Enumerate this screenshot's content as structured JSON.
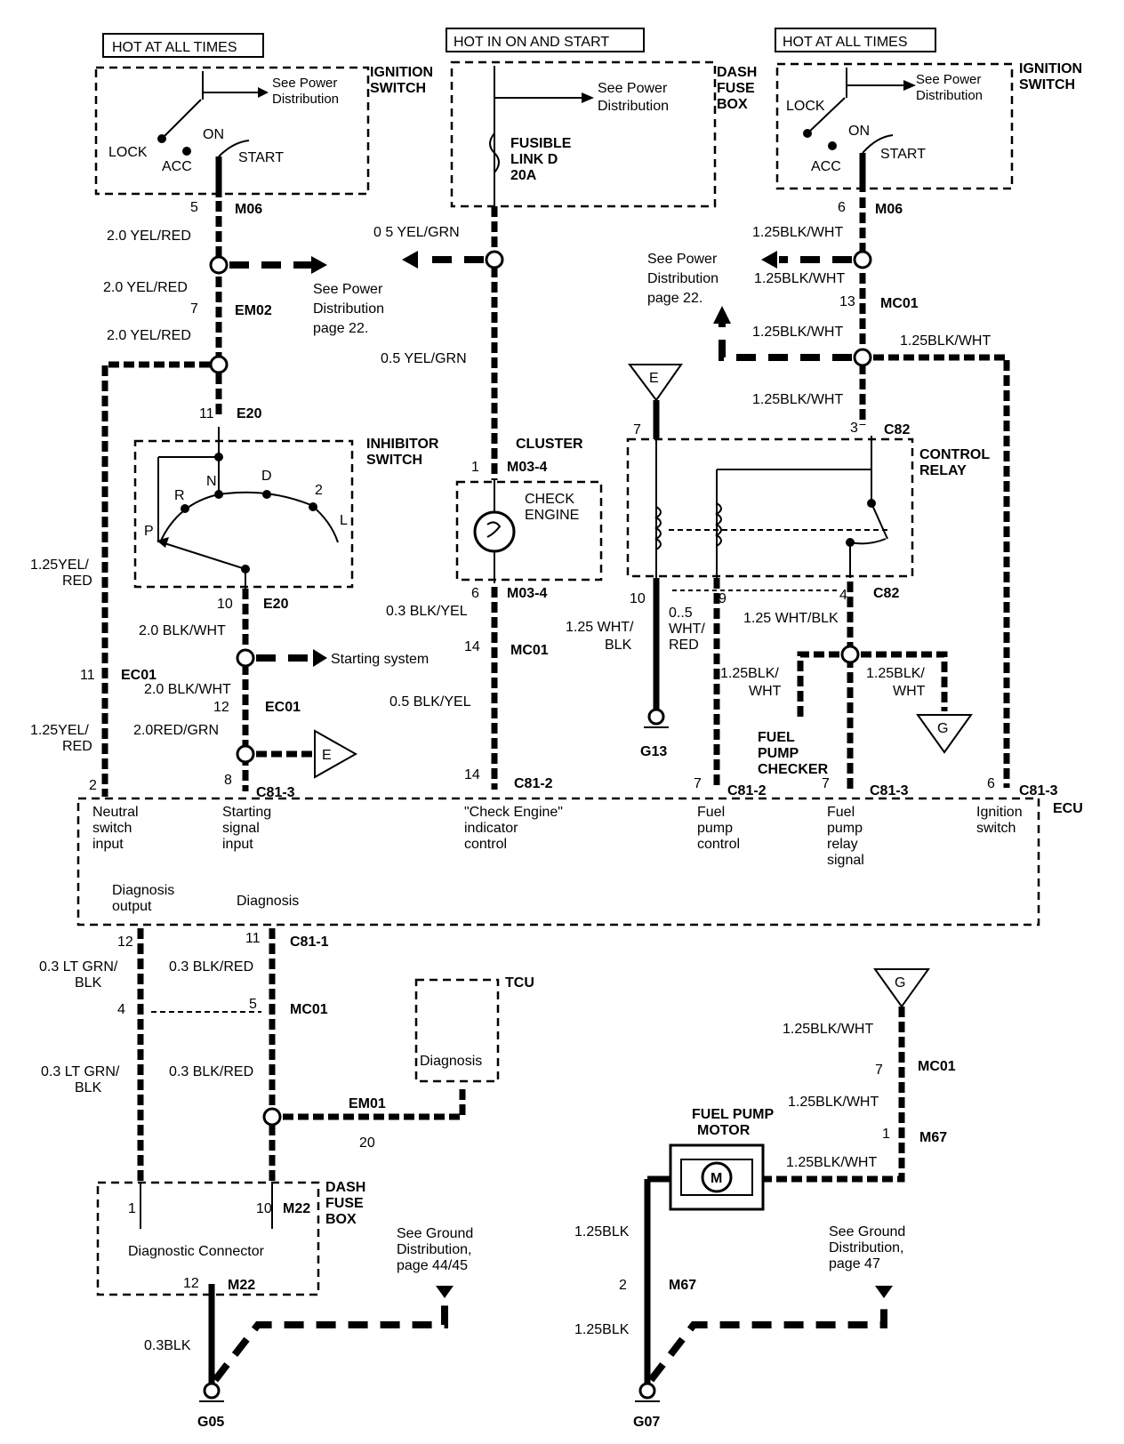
{
  "headers": {
    "hot_left": "HOT AT ALL TIMES",
    "hot_center": "HOT IN ON AND START",
    "hot_right": "HOT AT ALL TIMES"
  },
  "ignition_left": {
    "name": "IGNITION\nSWITCH",
    "see": "See Power\nDistribution",
    "lock": "LOCK",
    "acc": "ACC",
    "on": "ON",
    "start": "START",
    "pin": "5",
    "conn": "M06"
  },
  "ignition_right": {
    "name": "IGNITION\nSWITCH",
    "see": "See Power\nDistribution",
    "lock": "LOCK",
    "acc": "ACC",
    "on": "ON",
    "start": "START",
    "pin": "6",
    "conn": "M06"
  },
  "dash_fuse_top": {
    "name": "DASH\nFUSE\nBOX",
    "see": "See Power\nDistribution",
    "fuse": "FUSIBLE\nLINK D\n20A"
  },
  "left_column": {
    "w1": "2.0 YEL/RED",
    "w2": "2.0 YEL/RED",
    "w3": "2.0 YEL/RED",
    "see_power": "See Power\nDistribution\npage 22.",
    "em02_pin": "7",
    "em02": "EM02",
    "e20_pin_top": "11",
    "e20_top": "E20",
    "inhibitor": "INHIBITOR\nSWITCH",
    "p": "P",
    "r": "R",
    "n": "N",
    "d": "D",
    "two": "2",
    "l": "L",
    "e20_pin_bot": "10",
    "e20_bot": "E20",
    "w4": "2.0 BLK/WHT",
    "starting_system": "Starting system",
    "w5": "2.0 BLK/WHT",
    "ec01_pin_a": "12",
    "ec01_a": "EC01",
    "w6": "2.0RED/GRN",
    "e_arrow": "E",
    "c81_3_pin": "8",
    "c81_3": "C81-3",
    "yel_red_upper": "1.25YEL/\nRED",
    "ec01_pin_b": "11",
    "ec01_b": "EC01",
    "yel_red_lower": "1.25YEL/\nRED",
    "neutral_pin": "2"
  },
  "center_column": {
    "w1": "0 5 YEL/GRN",
    "w2": "0.5 YEL/GRN",
    "cluster": "CLUSTER",
    "m03_pin_top": "1",
    "m03_top": "M03-4",
    "check_engine": "CHECK\nENGINE",
    "m03_pin_bot": "6",
    "m03_bot": "M03-4",
    "w3": "0.3 BLK/YEL",
    "mc01_pin": "14",
    "mc01": "MC01",
    "w4": "0.5 BLK/YEL",
    "c81_2_pin": "14",
    "c81_2": "C81-2"
  },
  "right_column": {
    "w1": "1.25BLK/WHT",
    "see_power": "See Power\nDistribution\npage 22.",
    "w2": "1.25BLK/WHT",
    "mc01_pin": "13",
    "mc01": "MC01",
    "w3": "1.25BLK/WHT",
    "w4": "1.25BLK/WHT",
    "w5": "1.25BLK/WHT",
    "c82_pin_top": "3",
    "c82_top": "C82",
    "control_relay": "CONTROL\nRELAY",
    "e_tri": "E",
    "pin7": "7",
    "pin10": "10",
    "w_wht_blk": "1.25 WHT/\nBLK",
    "w_wht_red": "0..5\nWHT/\nRED",
    "pin9": "9",
    "g13": "G13",
    "c82_pin_bot": "4",
    "c82_bot": "C82",
    "w6": "1.25 WHT/BLK",
    "w7": "1.25BLK/\nWHT",
    "w8": "1.25BLK/\nWHT",
    "fuel_pump_checker": "FUEL\nPUMP\nCHECKER",
    "g_tri": "G",
    "c81_2_pin": "7",
    "c81_2": "C81-2",
    "c81_3_pin": "7",
    "c81_3": "C81-3",
    "c81_3b_pin": "6",
    "c81_3b": "C81-3"
  },
  "ecu": {
    "name": "ECU",
    "neutral": "Neutral\nswitch\ninput",
    "starting": "Starting\nsignal\ninput",
    "check_engine": "\"Check Engine\"\nindicator\ncontrol",
    "fuel_pump_control": "Fuel\npump\ncontrol",
    "fuel_pump_relay": "Fuel\npump\nrelay\nsignal",
    "ignition": "Ignition\nswitch",
    "diag_output": "Diagnosis\noutput",
    "diag": "Diagnosis"
  },
  "lower_left": {
    "pin12": "12",
    "pin11": "11",
    "c81_1": "C81-1",
    "w1": "0.3 LT GRN/\nBLK",
    "w2": "0.3 BLK/RED",
    "pin4": "4",
    "pin5": "5",
    "mc01": "MC01",
    "w3": "0.3 LT GRN/\nBLK",
    "w4": "0.3 BLK/RED",
    "tcu": "TCU",
    "tcu_diag": "Diagnosis",
    "em01": "EM01",
    "em01_pin": "20",
    "dash_fuse": "DASH\nFUSE\nBOX",
    "pin1": "1",
    "pin10": "10",
    "m22": "M22",
    "diag_conn": "Diagnostic Connector",
    "pin12b": "12",
    "m22b": "M22",
    "w5": "0.3BLK",
    "see_ground": "See Ground\nDistribution,\npage 44/45",
    "g05": "G05"
  },
  "lower_right": {
    "g_tri": "G",
    "w1": "1.25BLK/WHT",
    "mc01_pin": "7",
    "mc01": "MC01",
    "w2": "1.25BLK/WHT",
    "m67_pin_top": "1",
    "m67_top": "M67",
    "fuel_pump_motor": "FUEL PUMP\nMOTOR",
    "motor": "M",
    "w3": "1.25BLK/WHT",
    "w4": "1.25BLK",
    "m67_pin_bot": "2",
    "m67_bot": "M67",
    "w5": "1.25BLK",
    "see_ground": "See Ground\nDistribution,\npage 47",
    "g07": "G07"
  }
}
